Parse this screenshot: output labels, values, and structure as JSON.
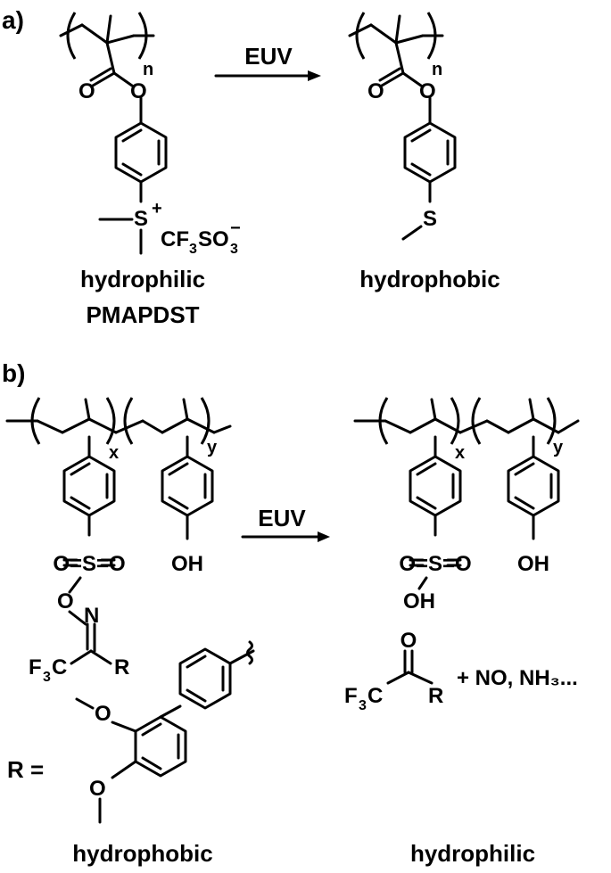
{
  "panel_a": {
    "label": "a)",
    "arrow_label": "EUV",
    "reactant": {
      "repeat_sub": "n",
      "atom_o_carbonyl": "O",
      "atom_o_ester": "O",
      "atom_s": "S",
      "charge_plus": "+",
      "counterion_cf": "CF",
      "counterion_3a": "3",
      "counterion_so": "SO",
      "counterion_3b": "3",
      "counterion_minus": "−",
      "property": "hydrophilic",
      "name": "PMAPDST"
    },
    "product": {
      "repeat_sub": "n",
      "atom_o_carbonyl": "O",
      "atom_o_ester": "O",
      "atom_s": "S",
      "property": "hydrophobic"
    }
  },
  "panel_b": {
    "label": "b)",
    "arrow_label": "EUV",
    "reactant": {
      "sub_x": "x",
      "sub_y": "y",
      "sulfonyl": "O=S=O",
      "atom_o": "O",
      "atom_n": "N",
      "cf3_f": "F",
      "cf3_3": "3",
      "cf3_c": "C",
      "r": "R",
      "oh": "OH"
    },
    "product": {
      "sub_x": "x",
      "sub_y": "y",
      "sulfonyl": "O=S=O",
      "so3h_oh": "OH",
      "oh": "OH",
      "ketone_o": "O",
      "cf3_f": "F",
      "cf3_3": "3",
      "cf3_c": "C",
      "r": "R",
      "byproducts": "+ NO, NH₃..."
    },
    "r_definition": {
      "r_equals": "R =",
      "methoxy_o1": "O",
      "methoxy_o2": "O"
    },
    "left_property": "hydrophobic",
    "right_property": "hydrophilic"
  }
}
